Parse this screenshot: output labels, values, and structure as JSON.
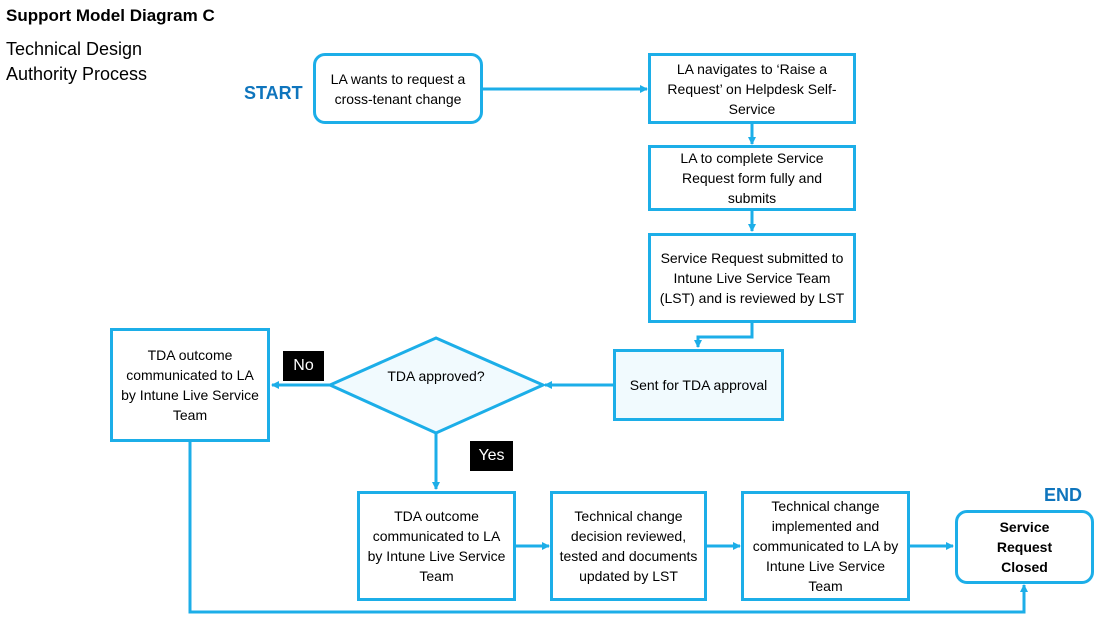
{
  "title": "Support Model Diagram C",
  "subtitle": [
    "Technical Design",
    "Authority Process"
  ],
  "start_label": "START",
  "end_label": "END",
  "nodes": {
    "start": "LA wants to request a cross-tenant change",
    "navigate": "LA navigates to ‘Raise a Request’ on Helpdesk Self-Service",
    "complete_form": "LA to complete Service Request form fully and submits",
    "submitted": "Service Request submitted to Intune Live Service Team (LST) and is reviewed by LST",
    "sent_tda": "Sent for TDA approval",
    "decision": "TDA approved?",
    "outcome_no": "TDA outcome communicated to LA by Intune Live Service Team",
    "outcome_yes": "TDA outcome communicated to LA by Intune Live Service Team",
    "reviewed": "Technical change decision reviewed, tested and documents updated by LST",
    "implemented": "Technical change implemented and communicated to LA by Intune Live Service Team",
    "closed": "Service Request Closed"
  },
  "branches": {
    "no": "No",
    "yes": "Yes"
  },
  "colors": {
    "box_border": "#1caee8",
    "terminal_text": "#0f75bd",
    "tag_bg": "#000000"
  }
}
